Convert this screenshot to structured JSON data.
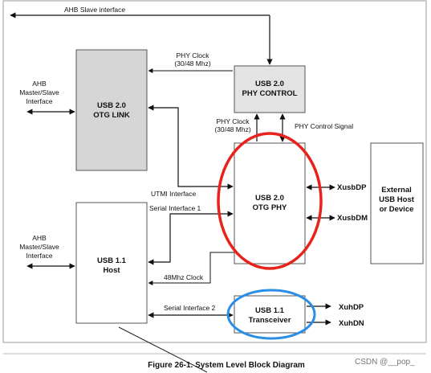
{
  "figure": {
    "caption": "Figure 26-1. System Level Block Diagram",
    "watermark": "CSDN @__pop_"
  },
  "blocks": {
    "otg_link": {
      "line1": "USB 2.0",
      "line2": "OTG LINK",
      "fill": "#d6d6d6"
    },
    "phy_control": {
      "line1": "USB 2.0",
      "line2": "PHY CONTROL",
      "fill": "#e3e3e3"
    },
    "otg_phy": {
      "line1": "USB 2.0",
      "line2": "OTG PHY"
    },
    "host": {
      "line1": "USB 1.1",
      "line2": "Host"
    },
    "transceiver": {
      "line1": "USB 1.1",
      "line2": "Transceiver"
    },
    "external": {
      "line1": "External",
      "line2": "USB Host",
      "line3": "or Device"
    }
  },
  "labels": {
    "ahb_slave": "AHB Slave interface",
    "ahb_top": {
      "line1": "AHB",
      "line2": "Master/Slave",
      "line3": "Interface"
    },
    "ahb_bottom": {
      "line1": "AHB",
      "line2": "Master/Slave",
      "line3": "Interface"
    },
    "phy_clock_top": {
      "line1": "PHY Clock",
      "line2": "(30/48 Mhz)"
    },
    "phy_clock_mid": {
      "line1": "PHY Clock",
      "line2": "(30/48 Mhz)"
    },
    "phy_control_signal": "PHY Control Signal",
    "utmi": "UTMI Interface",
    "serial1": "Serial Interface 1",
    "clock48": "48Mhz Clock",
    "serial2": "Serial Interface 2",
    "xusbdp": "XusbDP",
    "xusbdm": "XusbDM",
    "xuhdp": "XuhDP",
    "xuhdn": "XuhDN"
  },
  "annotations": {
    "red_circle_color": "#e8231c",
    "blue_circle_color": "#2b8ee6"
  }
}
